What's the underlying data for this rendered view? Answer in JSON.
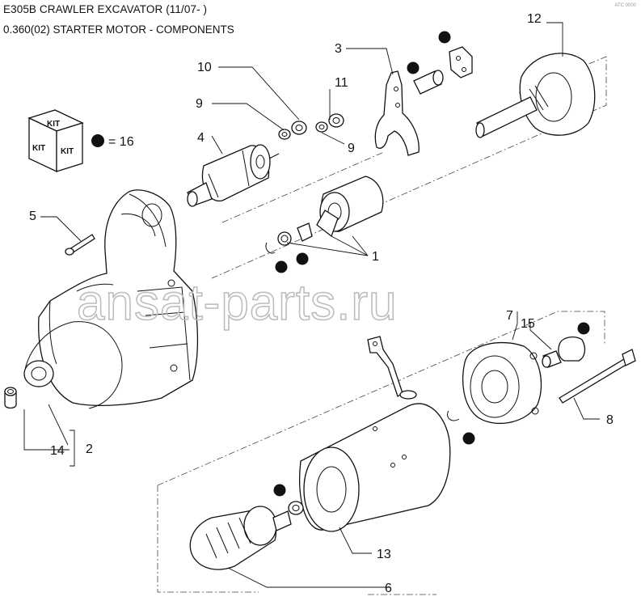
{
  "header": {
    "title": "E305B CRAWLER EXCAVATOR (11/07- )",
    "subtitle": "0.360(02) STARTER MOTOR  - COMPONENTS"
  },
  "corner_mark": "ATC 0000",
  "watermark": "ansat-parts.ru",
  "kit_legend": {
    "kit_label": "KIT",
    "equals": "= 16"
  },
  "callouts": {
    "c1": "1",
    "c2": "2",
    "c3": "3",
    "c4": "4",
    "c5": "5",
    "c6": "6",
    "c7": "7",
    "c8": "8",
    "c9a": "9",
    "c9b": "9",
    "c10": "10",
    "c11": "11",
    "c12": "12",
    "c13": "13",
    "c14": "14",
    "c15": "15"
  },
  "colors": {
    "line": "#111111",
    "watermark": "#bdbdbd",
    "background": "#ffffff"
  }
}
